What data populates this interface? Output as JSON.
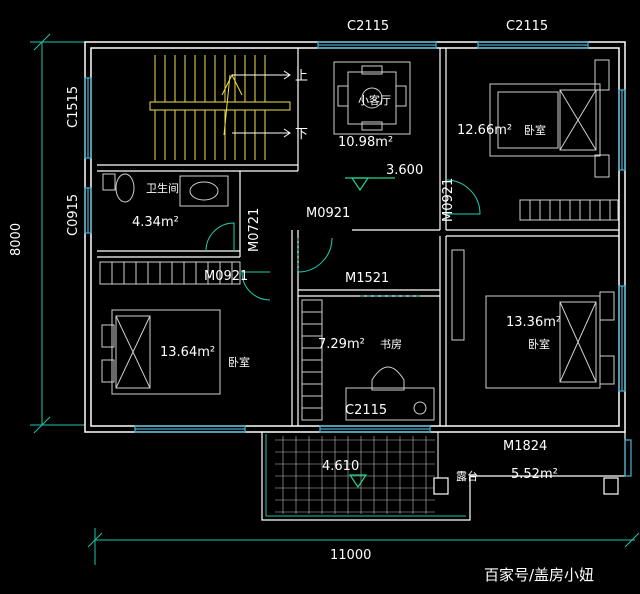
{
  "colors": {
    "background": "#000000",
    "wall": "#ffffff",
    "window": "#3fa9c9",
    "dimension": "#21c3a8",
    "stair": "#f2e04a",
    "furniture": "#cfcfcf",
    "door": "#1fd0b4",
    "level_mark": "#22d48a"
  },
  "window_labels": {
    "top_left": "C2115",
    "top_right": "C2115",
    "left_upper": "C1515",
    "left_lower": "C0915",
    "bottom": "C2115"
  },
  "door_labels": {
    "corridor": "M0921",
    "bath": "M0721",
    "bedroom_left": "M0921",
    "bedroom_top_right": "M0921",
    "study": "M1521",
    "terrace": "M1824"
  },
  "stairs": {
    "up": "上",
    "down": "下"
  },
  "rooms": {
    "lounge": {
      "name": "小客厅",
      "area": "10.98m²"
    },
    "bedroom_tr": {
      "name": "卧室",
      "area": "12.66m²"
    },
    "bath": {
      "name": "卫生间",
      "area": "4.34m²"
    },
    "bedroom_l": {
      "name": "卧室",
      "area": "13.64m²"
    },
    "study": {
      "name": "书房",
      "area": "7.29m²"
    },
    "bedroom_br": {
      "name": "卧室",
      "area": "13.36m²"
    },
    "terrace": {
      "name": "露台",
      "area": "5.52m²"
    }
  },
  "levels": {
    "upper": "3.600",
    "lower": "4.610"
  },
  "dimensions": {
    "width": "11000",
    "height": "8000"
  },
  "watermark": "百家号/盖房小妞"
}
